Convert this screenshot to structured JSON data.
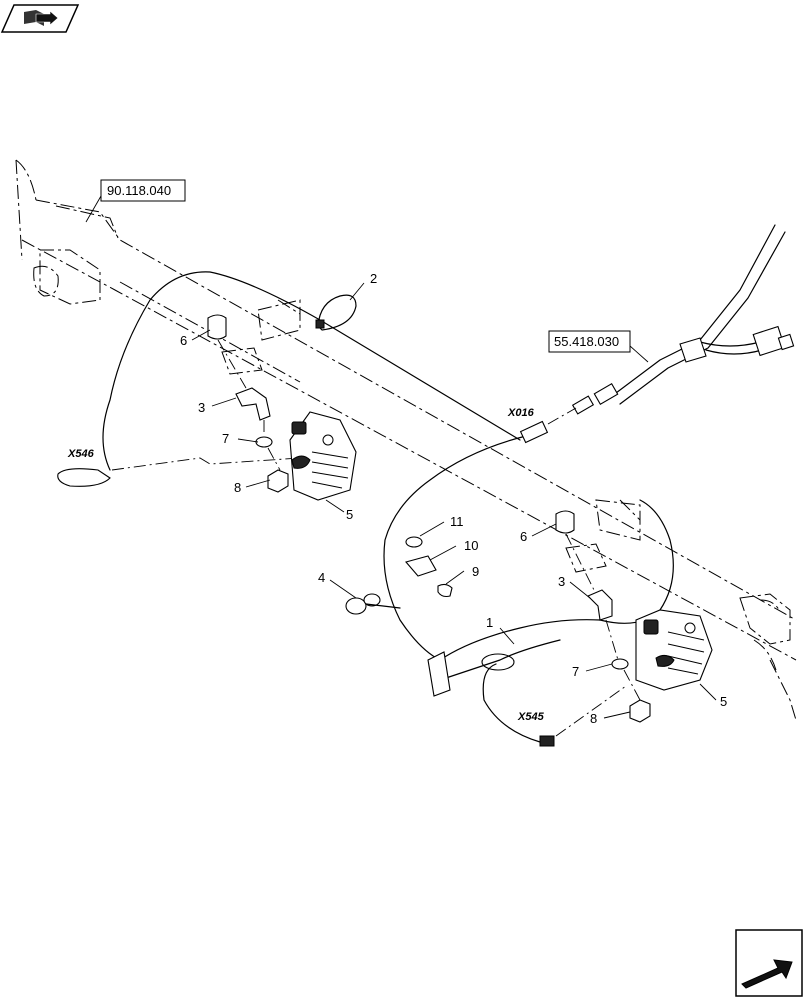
{
  "references": {
    "frame": "90.118.040",
    "harness": "55.418.030"
  },
  "connectors": {
    "x016": "X016",
    "x545": "X545",
    "x546": "X546"
  },
  "callouts": {
    "c1": "1",
    "c2": "2",
    "c3a": "3",
    "c3b": "3",
    "c4": "4",
    "c5a": "5",
    "c5b": "5",
    "c6a": "6",
    "c6b": "6",
    "c7a": "7",
    "c7b": "7",
    "c8a": "8",
    "c8b": "8",
    "c9": "9",
    "c10": "10",
    "c11": "11"
  },
  "icons": {
    "top_left": "book-icon",
    "bottom_right": "next-arrow-icon"
  }
}
